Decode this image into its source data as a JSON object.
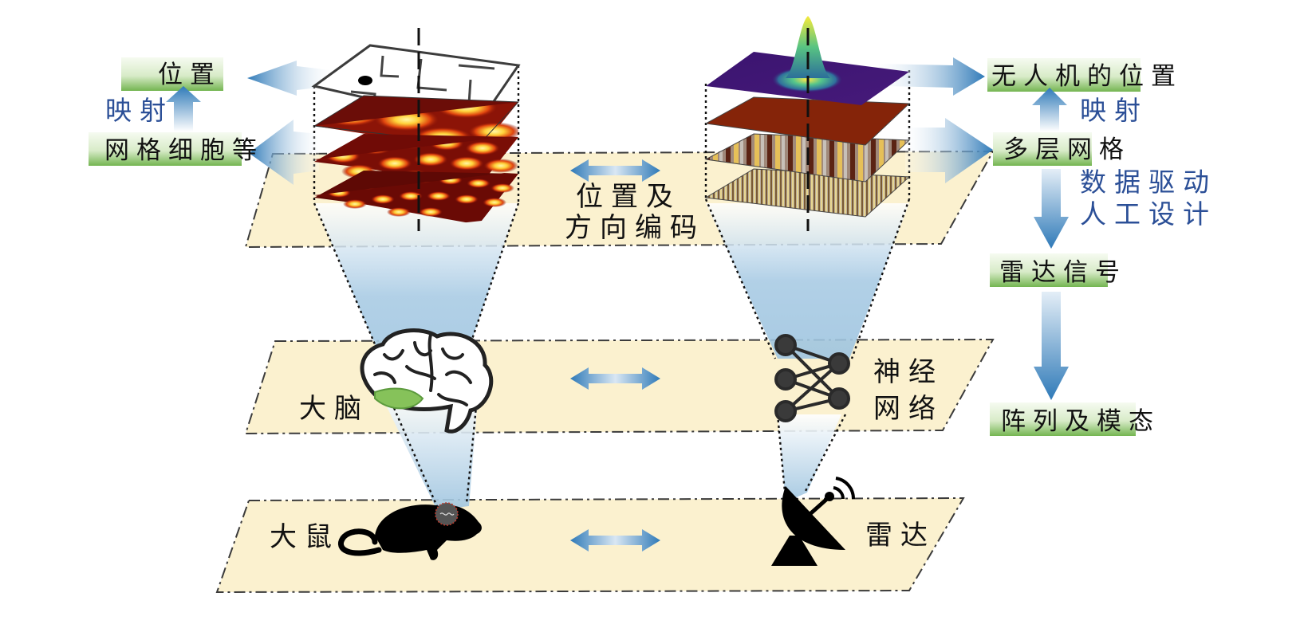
{
  "layers": {
    "top_center": [
      "位置及",
      "方向编码"
    ],
    "mid_left": "大脑",
    "mid_right": [
      "神经",
      "网络"
    ],
    "bottom_left": "大鼠",
    "bottom_right": "雷达"
  },
  "left_chain": {
    "top_box": "位置",
    "arrow_label": "映射",
    "bottom_box": "网格细胞等"
  },
  "right_chain": {
    "top_box": "无人机的位置",
    "arrow_label": "映射",
    "box2": "多层网格",
    "arrow2_label": [
      "数据驱动",
      "人工设计"
    ],
    "box3": "雷达信号",
    "box4": "阵列及模态"
  },
  "colors": {
    "plane_fill": "#fbf1cf",
    "box_green_top": "#f4faef",
    "box_green_bottom": "#7ab857",
    "arrow_blue": "#2f7ab8",
    "label_blue": "#2b4f97"
  },
  "icons": [
    "maze-icon",
    "grid-cell-heatmap-icon",
    "gaussian-peak-icon",
    "wave-pattern-icon",
    "brain-icon",
    "neural-network-icon",
    "rat-icon",
    "radar-dish-icon"
  ]
}
